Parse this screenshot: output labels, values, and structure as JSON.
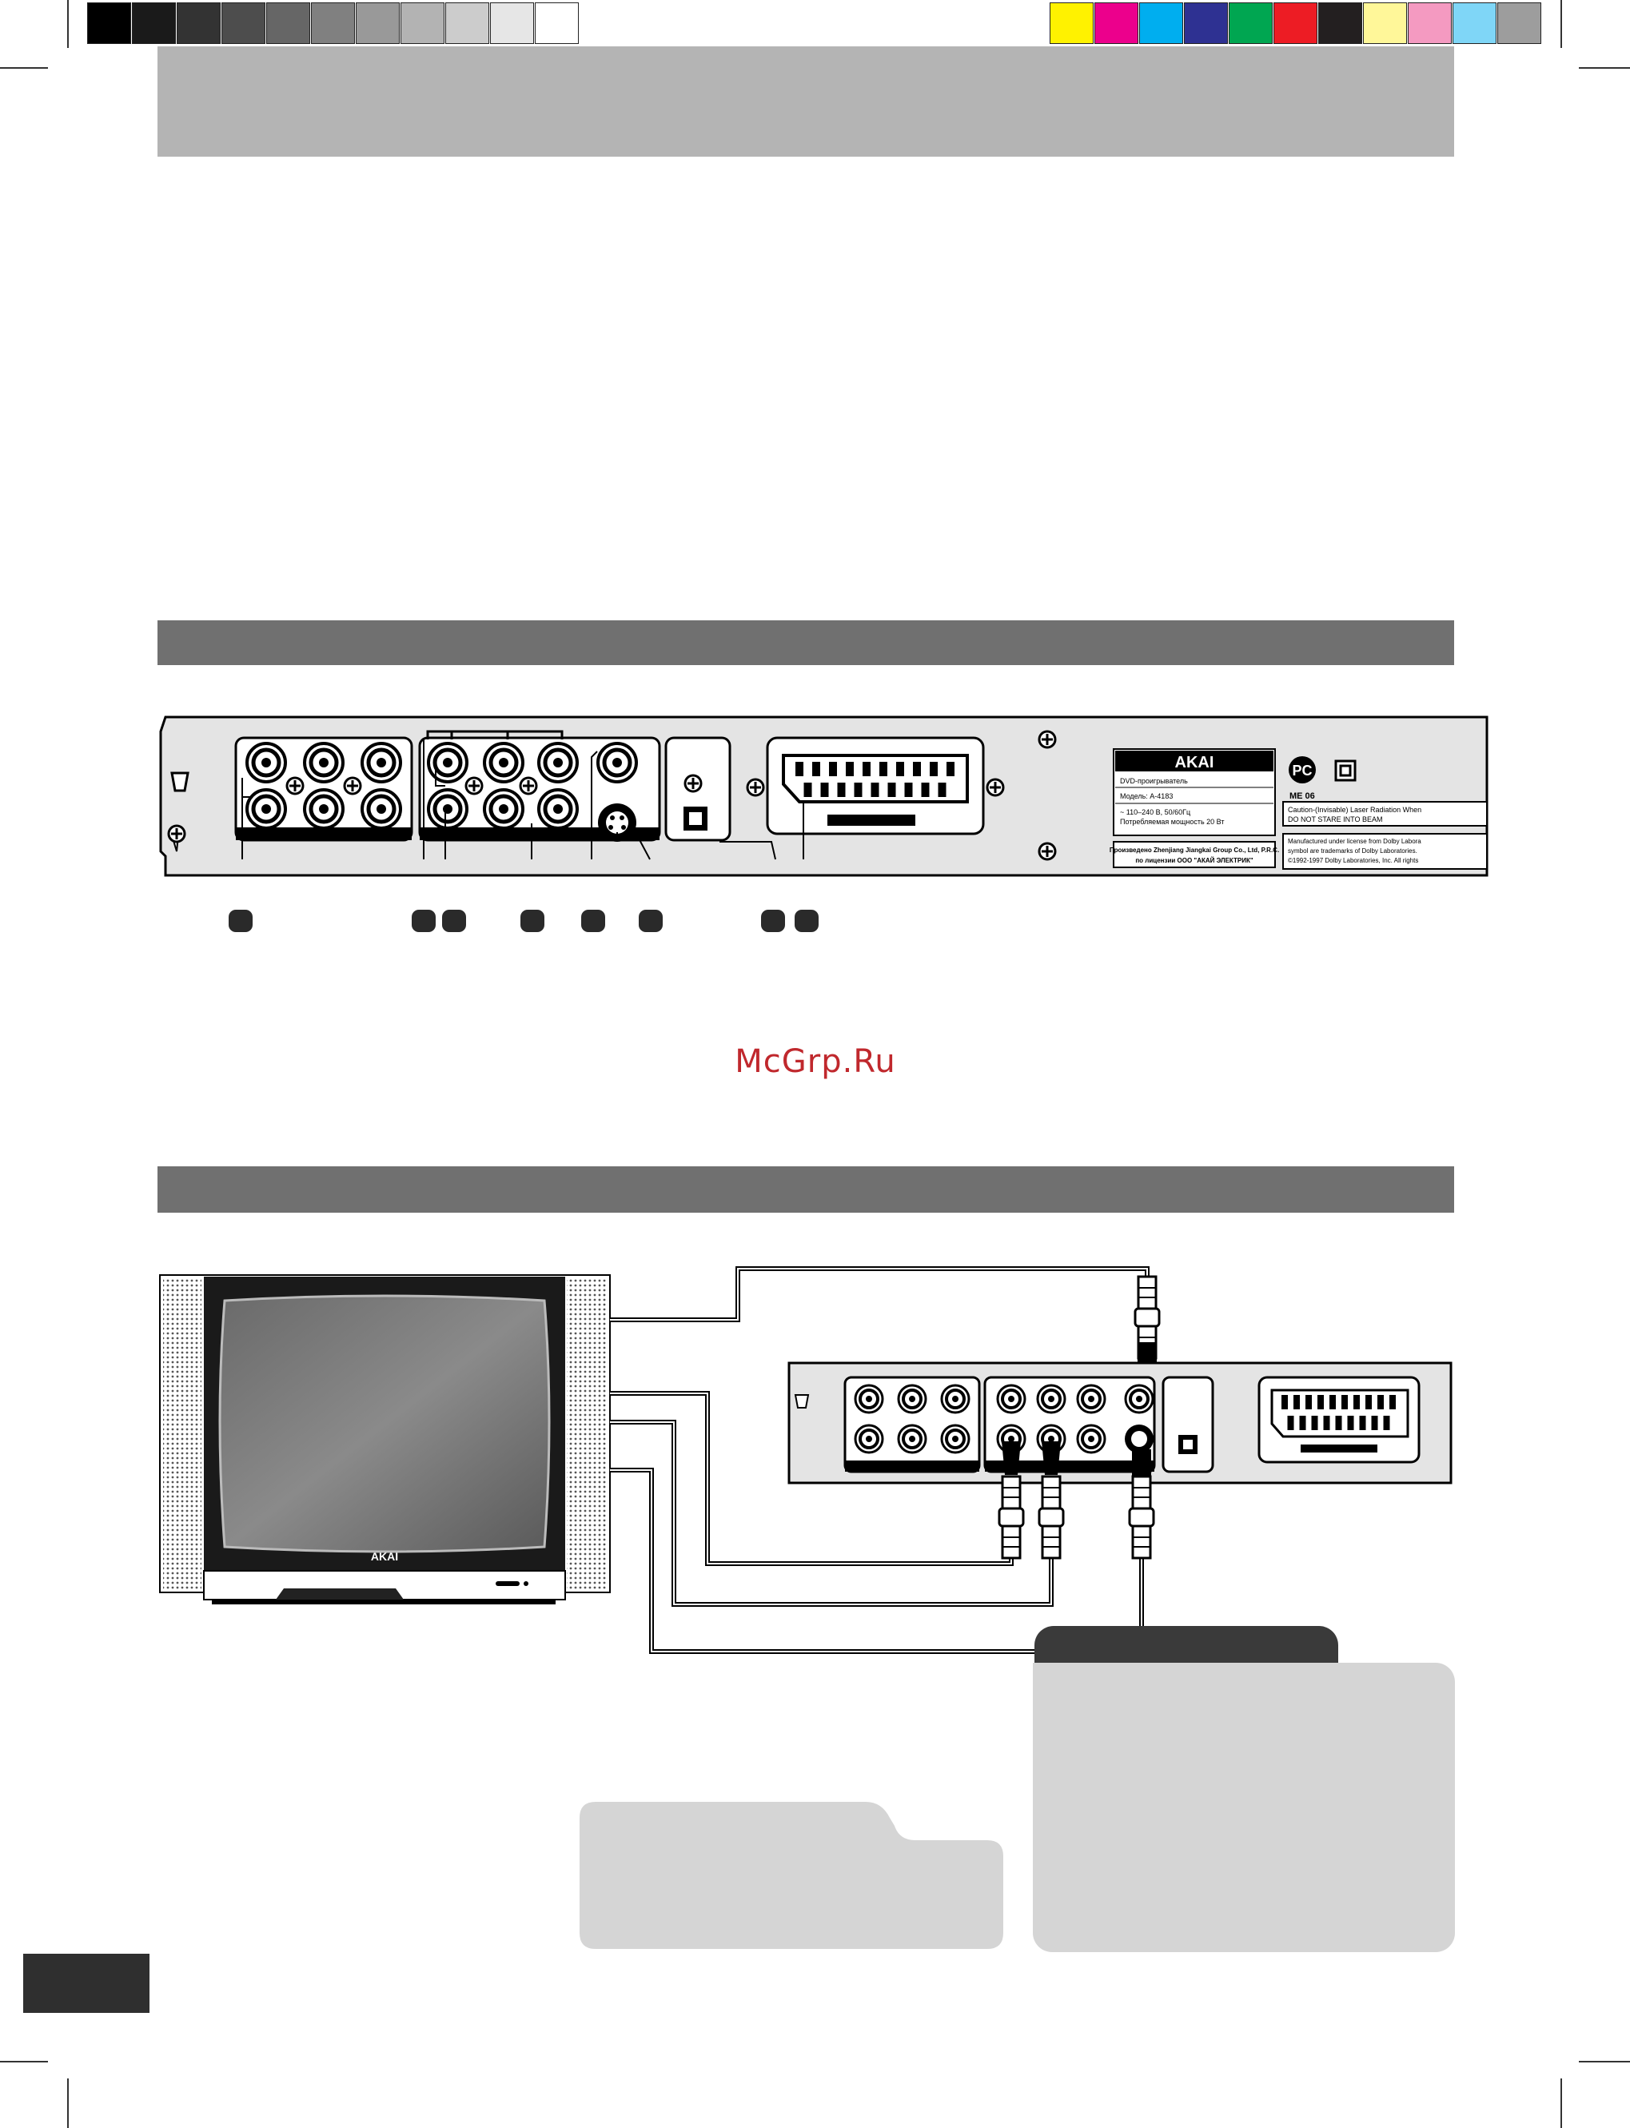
{
  "colors": {
    "header_bar": "#b4b4b4",
    "section_bar": "#707070",
    "watermark": "#c0282d",
    "note_box": "#d5d5d5",
    "page_tab": "#2f2f2f"
  },
  "grayscale_swatches": [
    "#000000",
    "#1a1a1a",
    "#333333",
    "#4d4d4d",
    "#666666",
    "#808080",
    "#999999",
    "#b3b3b3",
    "#cccccc",
    "#e6e6e6",
    "#ffffff"
  ],
  "color_swatches": [
    "#fff200",
    "#ec008c",
    "#00aeef",
    "#2e3192",
    "#00a651",
    "#ed1c24",
    "#231f20",
    "#fff799",
    "#f49ac1",
    "#7fd6f7",
    "#9d9d9d"
  ],
  "watermark_text": "McGrp.Ru",
  "label_plate": {
    "brand": "AKAI",
    "product": "DVD-проигрыватель",
    "model": "Модель: A-4183",
    "power_line1": "~ 110–240 В, 50/60Гц",
    "power_line2": "Потребляемая мощность 20 Вт",
    "maker_line1": "Произведено Zhenjiang Jiangkai Group Co., Ltd, P.R.C.",
    "maker_line2": "по лицензии ООО \"АКАЙ ЭЛЕКТРИК\"",
    "cert_mark": "PC",
    "cert_code": "ME 06",
    "caution_line1": "Caution-(Invisable) Laser Radiation When",
    "caution_line2": "DO NOT STARE INTO BEAM",
    "dolby_line1": "Manufactured under license from Dolby Labora",
    "dolby_line2": "symbol are trademarks of Dolby Laboratories.",
    "dolby_line3": "©1992-1997 Dolby Laboratories, Inc. All rights"
  },
  "tv": {
    "brand": "AKAI"
  }
}
